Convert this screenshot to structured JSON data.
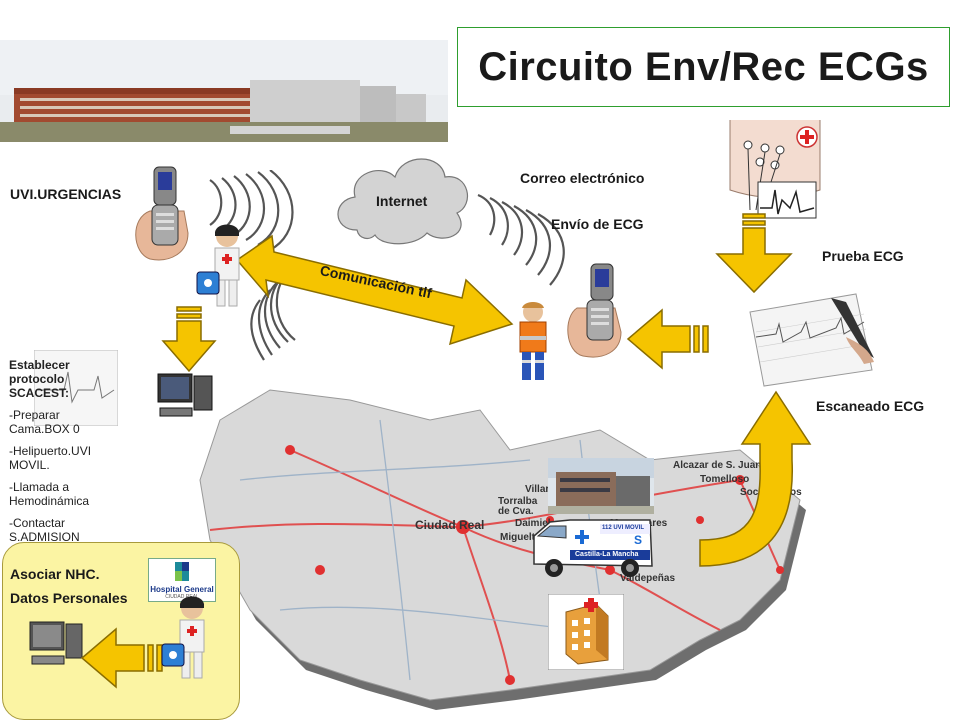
{
  "title": "Circuito Env/Rec ECGs",
  "labels": {
    "uvi_urgencias": "UVI.URGENCIAS",
    "internet": "Internet",
    "correo": "Correo electrónico",
    "envio": "Envío de ECG",
    "comunicacion": "Comunicación tlf",
    "prueba": "Prueba ECG",
    "escaneado": "Escaneado  ECG"
  },
  "protocol": {
    "heading": "Establecer protocolo SCACEST:",
    "items": [
      "-Preparar Cama.BOX 0",
      "-Helipuerto.UVI MOVIL.",
      "-Llamada a Hemodinámica",
      "-Contactar S.ADMISION"
    ]
  },
  "admission": {
    "line1": "Asociar NHC.",
    "line2": "Datos Personales",
    "logo_line1": "Hospital General",
    "logo_line2": "CIUDAD REAL"
  },
  "ambulance": {
    "text": "Castilla-La Mancha",
    "badge": "112 UVI MOVIL"
  },
  "map_cities": [
    "Alcazar de S. Juan",
    "Tomelloso",
    "Socuéllamos",
    "Villarrubia",
    "Torralba de Cva.",
    "Ciudad Real",
    "Daimiel",
    "Manzanares",
    "Miguelturra",
    "Valdepeñas"
  ],
  "colors": {
    "arrow_fill": "#f5c400",
    "arrow_stroke": "#8a6d00",
    "title_border": "#2e9e2e",
    "panel_fill": "#fbf4a3",
    "road_red": "#e05050"
  }
}
